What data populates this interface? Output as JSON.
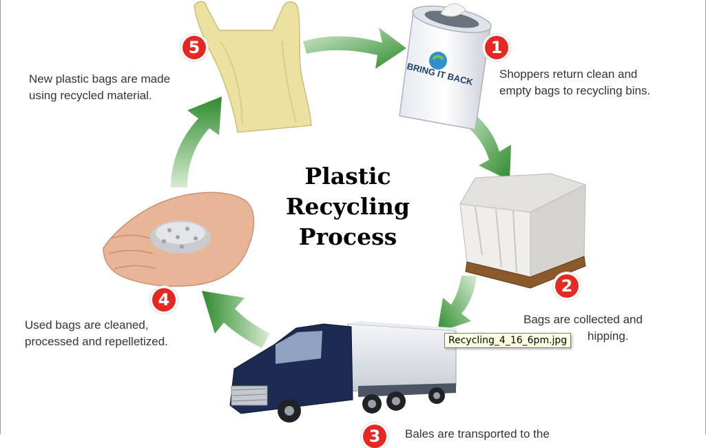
{
  "title": [
    "Plastic",
    "Recycling",
    "Process"
  ],
  "bin_label": "BRING IT BACK",
  "steps": [
    {
      "number": "1",
      "lines": [
        "Shoppers return clean and",
        "empty bags to recycling bins."
      ]
    },
    {
      "number": "2",
      "lines": [
        "Bags are collected and",
        "hipping."
      ]
    },
    {
      "number": "3",
      "lines": [
        "Bales are transported to the"
      ]
    },
    {
      "number": "4",
      "lines": [
        "Used bags are cleaned,",
        "processed and repelletized."
      ]
    },
    {
      "number": "5",
      "lines": [
        "New plastic bags are made",
        "using recycled material."
      ]
    }
  ],
  "tooltip": "Recycling_4_16_6pm.jpg",
  "colors": {
    "badge": "#e32922",
    "arrow": "#3a9a3a",
    "text": "#333333"
  }
}
